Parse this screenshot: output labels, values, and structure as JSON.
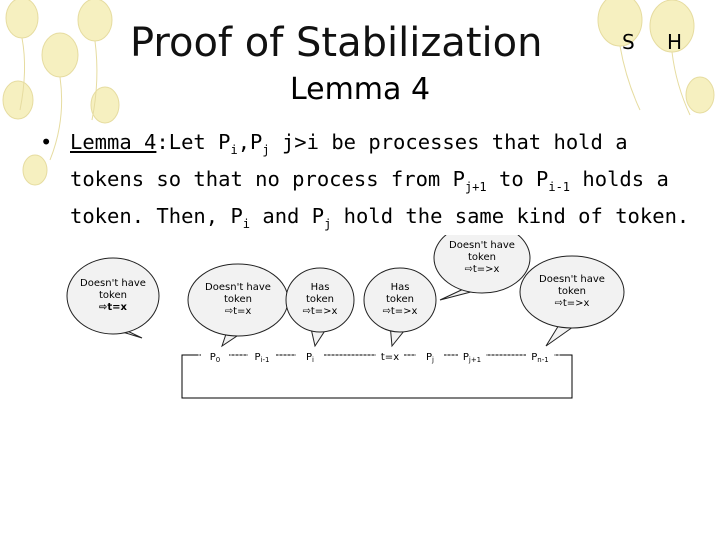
{
  "slide": {
    "title": "Proof of Stabilization",
    "subtitle": "Lemma 4",
    "corner_s": "S",
    "corner_h": "H"
  },
  "bullet": {
    "lemma_ref": "Lemma 4",
    "line1_a": ":Let P",
    "sub_i": "i",
    "comma": ",P",
    "sub_j": "j",
    "line1_b": " j>i be processes that hold a",
    "line2_a": "tokens so that no process from P",
    "sub_j1": "j+1",
    "line2_b": " to P",
    "sub_i1": "i-1",
    "line2_c": " holds a",
    "line3_a": "token. Then, P",
    "line3_b": " and P",
    "line3_c": " hold the same kind of token."
  },
  "diagram": {
    "nodes": [
      "P0",
      "Pi-1",
      "Pi",
      "t=x",
      "Pj",
      "Pj+1",
      "Pn-1"
    ],
    "node_labels": [
      {
        "main": "P",
        "sub": "0"
      },
      {
        "main": "P",
        "sub": "i-1"
      },
      {
        "main": "P",
        "sub": "i"
      },
      {
        "main": "t=x",
        "sub": ""
      },
      {
        "main": "P",
        "sub": "j"
      },
      {
        "main": "P",
        "sub": "j+1"
      },
      {
        "main": "P",
        "sub": "n-1"
      }
    ],
    "bubbles": [
      {
        "lines": [
          "Doesn't have",
          "token",
          "⇨t=x"
        ],
        "bold_last": true
      },
      {
        "lines": [
          "Doesn't have",
          "token",
          "⇨t=x"
        ],
        "bold_last": false
      },
      {
        "lines": [
          "Has",
          "token",
          "⇨t=>x"
        ],
        "bold_last": false
      },
      {
        "lines": [
          "Has",
          "token",
          "⇨t=>x"
        ],
        "bold_last": false
      },
      {
        "lines": [
          "Doesn't have",
          "token",
          "⇨t=>x"
        ],
        "bold_last": false
      },
      {
        "lines": [
          "Doesn't have",
          "token",
          "⇨t=>x"
        ],
        "bold_last": false
      }
    ]
  },
  "colors": {
    "balloon_yellow": "#f0e9a0",
    "balloon_cream": "#f8f3c8",
    "bubble_fill": "#f2f2f2",
    "bubble_stroke": "#222222"
  }
}
